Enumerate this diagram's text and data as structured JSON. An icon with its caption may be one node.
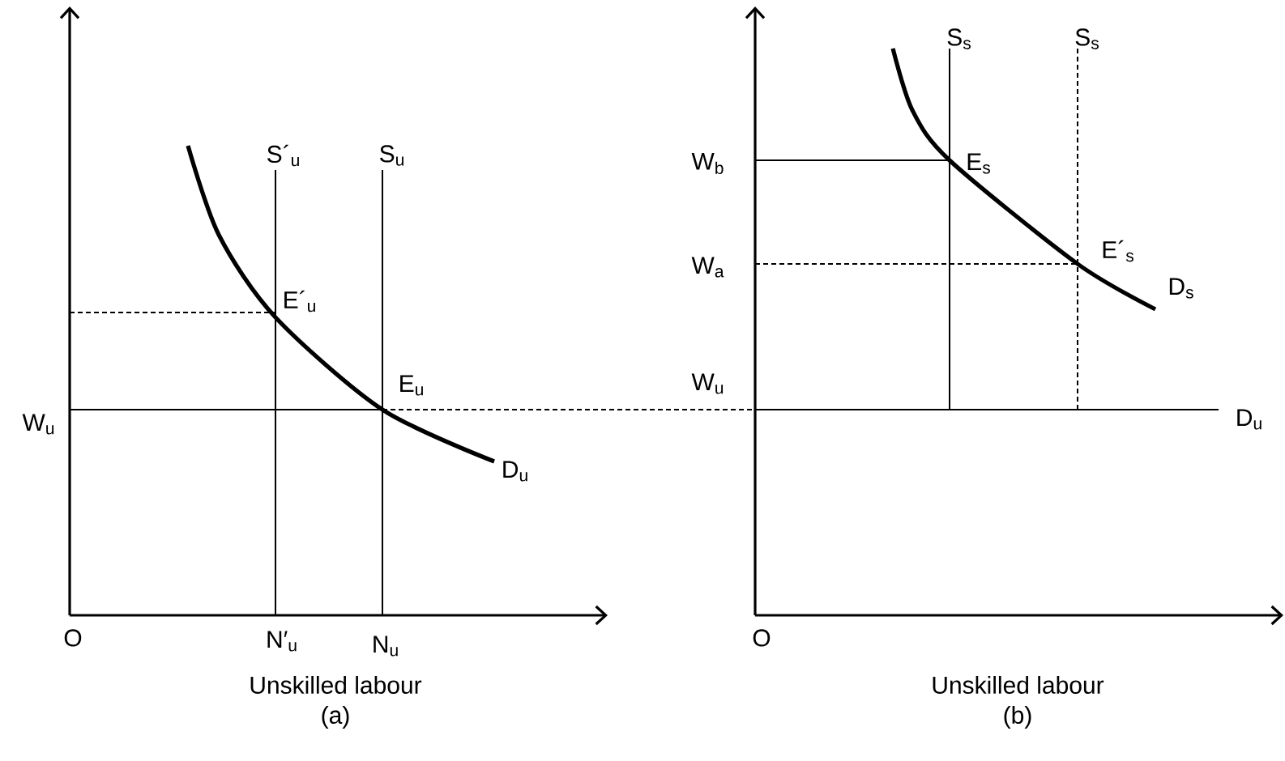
{
  "diagram": {
    "labels": [
      "S´$_{u}$",
      "S$_{u}$",
      "S$_{s}$",
      "S$_{s}$",
      "W$_{b}$",
      "E$_{s}$",
      "E´$_{u}$",
      "W$_{a}$",
      "E´$_{s}$",
      "D$_{s}$",
      "E$_{u}$",
      "W$_{u}$",
      "W$_{u}$",
      "D$_{u}$",
      "D$_{u}$",
      "O",
      "N′$_{u}$",
      "N$_{u}$",
      "O",
      "Unskilled labour",
      "Unskilled labour",
      "(a)",
      "(b)"
    ]
  }
}
